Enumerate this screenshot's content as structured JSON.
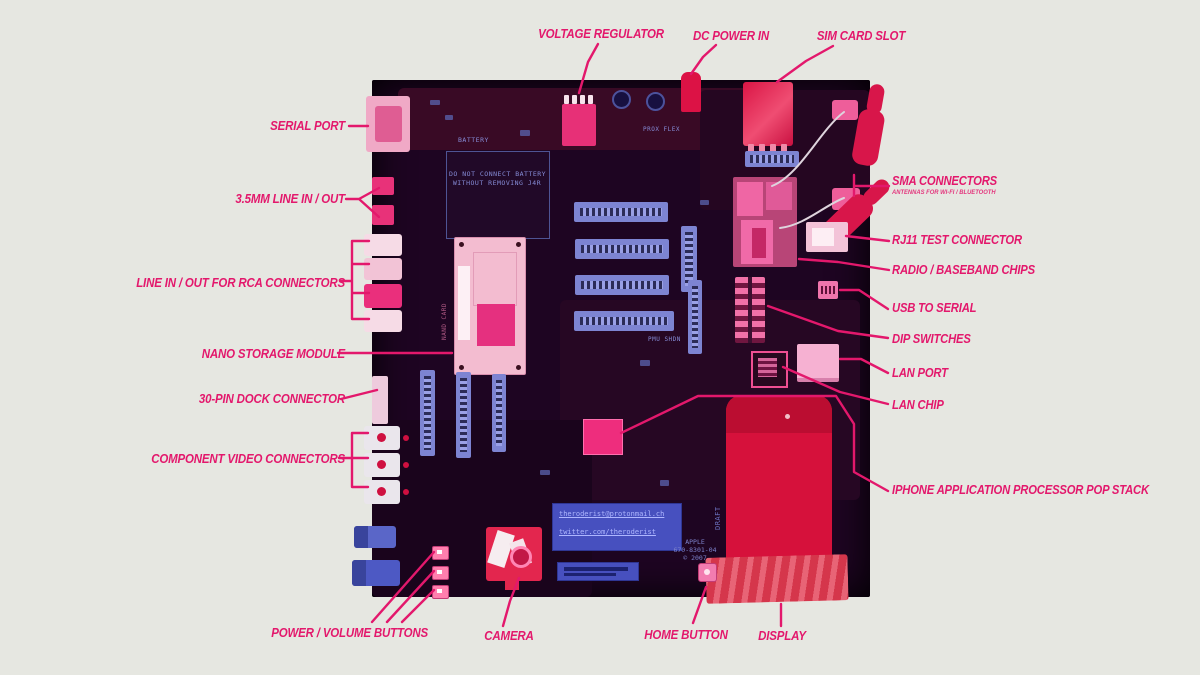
{
  "annotations": {
    "top": [
      {
        "label": "VOLTAGE REGULATOR"
      },
      {
        "label": "DC POWER IN"
      },
      {
        "label": "SIM CARD SLOT"
      }
    ],
    "left": [
      {
        "label": "SERIAL PORT"
      },
      {
        "label": "3.5MM LINE IN / OUT"
      },
      {
        "label": "LINE IN / OUT FOR RCA CONNECTORS"
      },
      {
        "label": "NANO STORAGE MODULE"
      },
      {
        "label": "30-PIN DOCK CONNECTOR"
      },
      {
        "label": "COMPONENT VIDEO CONNECTORS"
      },
      {
        "label": "POWER / VOLUME BUTTONS"
      }
    ],
    "right": [
      {
        "label": "SMA CONNECTORS",
        "sublabel": "ANTENNAS FOR WI-FI / BLUETOOTH"
      },
      {
        "label": "RJ11 TEST CONNECTOR"
      },
      {
        "label": "RADIO / BASEBAND CHIPS"
      },
      {
        "label": "USB TO SERIAL"
      },
      {
        "label": "DIP SWITCHES"
      },
      {
        "label": "LAN PORT"
      },
      {
        "label": "LAN CHIP"
      },
      {
        "label": "IPHONE APPLICATION PROCESSOR POP STACK"
      }
    ],
    "bottom": [
      {
        "label": "CAMERA"
      },
      {
        "label": "HOME BUTTON"
      },
      {
        "label": "DISPLAY"
      }
    ]
  },
  "board": {
    "silkscreen": {
      "battery": "BATTERY",
      "warning_line1": "DO NOT CONNECT BATTERY",
      "warning_line2": "WITHOUT REMOVING J4R",
      "prox_flex": "PROX FLEX",
      "nand_card": "NAND CARD",
      "pmu": "PMU SHDN",
      "draft": "DRAFT",
      "maker": "APPLE",
      "part_number": "670-8301-04",
      "copyright": "© 2007"
    },
    "sticker": {
      "line1": "theroderist@protonmail.ch",
      "line2": "twitter.com/theroderist"
    }
  },
  "colors": {
    "background": "#e6e7e1",
    "annotation_pink": "#e3186c",
    "board_dark": "#1e0522",
    "component_lavender": "#7d84d2",
    "highlight_red": "#d6113b"
  }
}
